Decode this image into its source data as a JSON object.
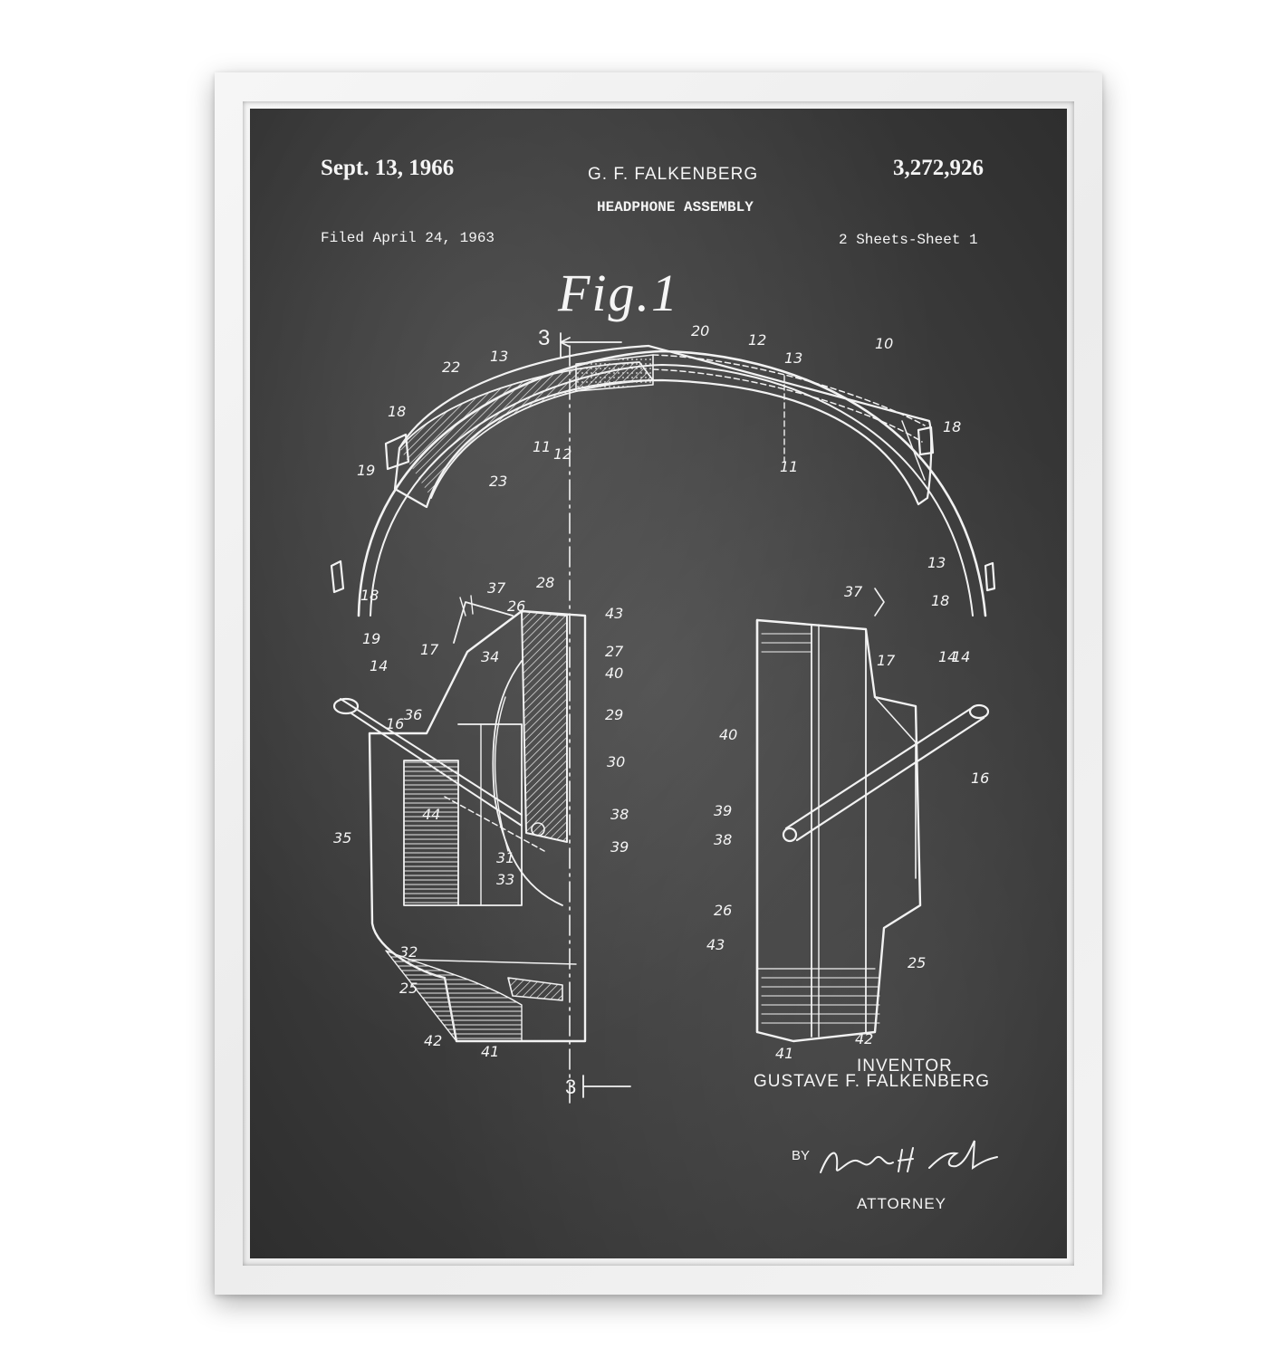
{
  "header": {
    "date": "Sept. 13, 1966",
    "inventor_short": "G. F. FALKENBERG",
    "patent_number": "3,272,926",
    "title": "HEADPHONE ASSEMBLY",
    "filed": "Filed April 24, 1963",
    "sheets": "2 Sheets-Sheet 1"
  },
  "figure": {
    "label": "Fig.1",
    "section_mark": "3",
    "callouts": [
      "10",
      "12",
      "13",
      "20",
      "22",
      "13",
      "18",
      "18",
      "19",
      "11",
      "12",
      "23",
      "11",
      "13",
      "18",
      "14",
      "37",
      "28",
      "26",
      "43",
      "27",
      "40",
      "29",
      "34",
      "17",
      "14",
      "19",
      "18",
      "36",
      "16",
      "30",
      "38",
      "39",
      "44",
      "35",
      "31",
      "33",
      "32",
      "25",
      "42",
      "41",
      "37",
      "17",
      "14",
      "40",
      "16",
      "39",
      "38",
      "26",
      "43",
      "25",
      "42",
      "41"
    ]
  },
  "footer": {
    "inventor_label": "INVENTOR",
    "inventor_name": "GUSTAVE F. FALKENBERG",
    "by_label": "BY",
    "signature": "Arthur H. Seidel",
    "attorney_label": "ATTORNEY"
  },
  "colors": {
    "board": "#3a3a3a",
    "ink": "#f5f5f5",
    "frame": "#f0f0f0"
  }
}
